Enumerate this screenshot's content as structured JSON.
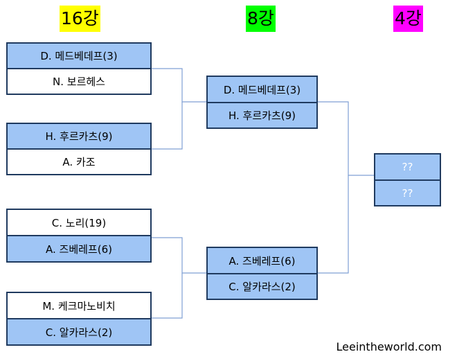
{
  "colors": {
    "r16_highlight": "#ffff00",
    "qf_highlight": "#00ff00",
    "sf_highlight": "#ff00ff",
    "winner_fill": "#9fc5f5",
    "box_border": "#1f3a5f",
    "connector": "#7f9fd4"
  },
  "rounds": {
    "r16": "16강",
    "qf": "8강",
    "sf": "4강"
  },
  "r16": [
    {
      "top": "D. 메드베데프(3)",
      "bottom": "N. 보르헤스"
    },
    {
      "top": "H. 후르카츠(9)",
      "bottom": "A. 카조"
    },
    {
      "top": "C. 노리(19)",
      "bottom": "A. 즈베레프(6)"
    },
    {
      "top": "M. 케크마노비치",
      "bottom": "C. 알카라스(2)"
    }
  ],
  "qf": [
    {
      "top": "D. 메드베데프(3)",
      "bottom": "H. 후르카츠(9)"
    },
    {
      "top": "A. 즈베레프(6)",
      "bottom": "C. 알카라스(2)"
    }
  ],
  "sf": [
    {
      "top": "??",
      "bottom": "??"
    }
  ],
  "watermark": "Leeintheworld.com"
}
